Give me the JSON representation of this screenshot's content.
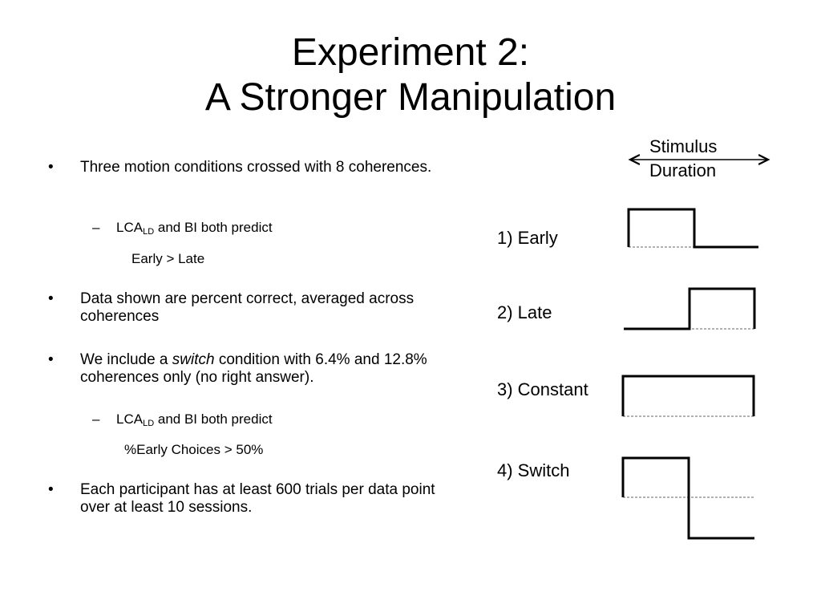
{
  "slide": {
    "title_line1": "Experiment 2:",
    "title_line2": "A Stronger Manipulation"
  },
  "bullets": {
    "b1": {
      "marker": "•",
      "text": "Three motion conditions crossed with 8 coherences."
    },
    "b1_sub": {
      "marker": "–",
      "prefix": "LCA",
      "sub": "LD",
      "suffix": " and BI both predict",
      "continuation": "Early > Late"
    },
    "b2": {
      "marker": "•",
      "text": "Data shown are percent correct, averaged across coherences"
    },
    "b3": {
      "marker": "•",
      "text_before": "We include a ",
      "emph": "switch",
      "text_after": " condition with 6.4% and 12.8% coherences only (no right answer)."
    },
    "b3_sub": {
      "marker": "–",
      "prefix": "LCA",
      "sub": "LD",
      "suffix": " and BI both predict",
      "continuation": "%Early Choices > 50%"
    },
    "b4": {
      "marker": "•",
      "text": "Each participant has at least 600 trials per data point over at least 10 sessions."
    }
  },
  "diagram": {
    "stimulus_line1": "Stimulus",
    "stimulus_line2": "Duration",
    "conditions": [
      {
        "label": "1) Early"
      },
      {
        "label": "2) Late"
      },
      {
        "label": "3) Constant"
      },
      {
        "label": "4) Switch"
      }
    ]
  }
}
